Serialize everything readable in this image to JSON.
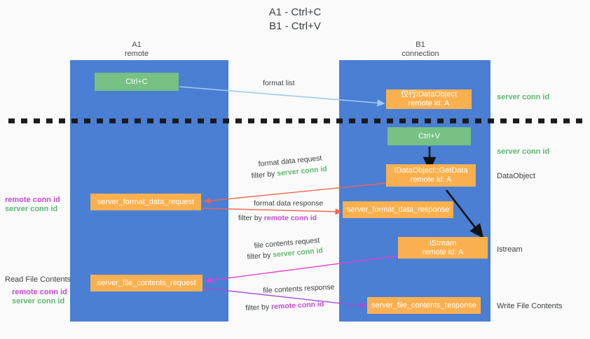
{
  "title": "A1 - Ctrl+C\nB1 - Ctrl+V",
  "columns": [
    {
      "name": "A1",
      "sub": "remote",
      "header": "A1\nremote"
    },
    {
      "name": "B1",
      "sub": "connection",
      "header": "B1\nconnection"
    }
  ],
  "boxes": {
    "ctrl_c": "Ctrl+C",
    "ctrl_v": "Ctrl+V",
    "idataobject": "仅行IDataObject\nremote id: A",
    "getdata": "IDataObject::GetData\nremote id: A",
    "istream": "IStream\nremote id: A",
    "format_data_request": "server_format_data_request",
    "format_data_response": "server_format_data_response",
    "file_contents_request": "server_file_contents_request",
    "file_contents_response": "server_file_contents_response"
  },
  "right_labels": {
    "server_conn_id_1": "server conn id",
    "server_conn_id_2": "server conn id",
    "dataobject": "DataObject",
    "istream": "Istream",
    "write_file_contents": "Write File Contents"
  },
  "left_labels": {
    "remote_conn_id_1": "remote conn id",
    "server_conn_id_1": "server conn id",
    "read_file_contents": "Read File Contents",
    "remote_conn_id_2": "remote conn id",
    "server_conn_id_2": "server conn id"
  },
  "annotations": {
    "format_list": "format list",
    "format_data_request": "format data request",
    "filter_by_server_1_pre": "filter by ",
    "filter_by_server_1_key": "server conn id",
    "format_data_response": "format data response",
    "filter_by_remote_1_pre": "filter by ",
    "filter_by_remote_1_key": "remote conn id",
    "file_contents_request": "file contents request",
    "filter_by_server_2_pre": "filter by ",
    "filter_by_server_2_key": "server conn id",
    "file_contents_response": "file contents response",
    "filter_by_remote_2_pre": "filter by ",
    "filter_by_remote_2_key": "remote conn id"
  },
  "colors": {
    "lane_blue": "#4a7fd4",
    "box_green": "#76c183",
    "box_orange": "#fbb04f",
    "server_conn_id": "#5bb96e",
    "remote_conn_id": "#c44ad0",
    "arrow_light_blue": "#9ecbf0",
    "arrow_red": "#ef6352",
    "arrow_magenta": "#e040d8",
    "arrow_purple": "#a64bd4",
    "arrow_black": "#000000",
    "background": "#fafafa"
  }
}
